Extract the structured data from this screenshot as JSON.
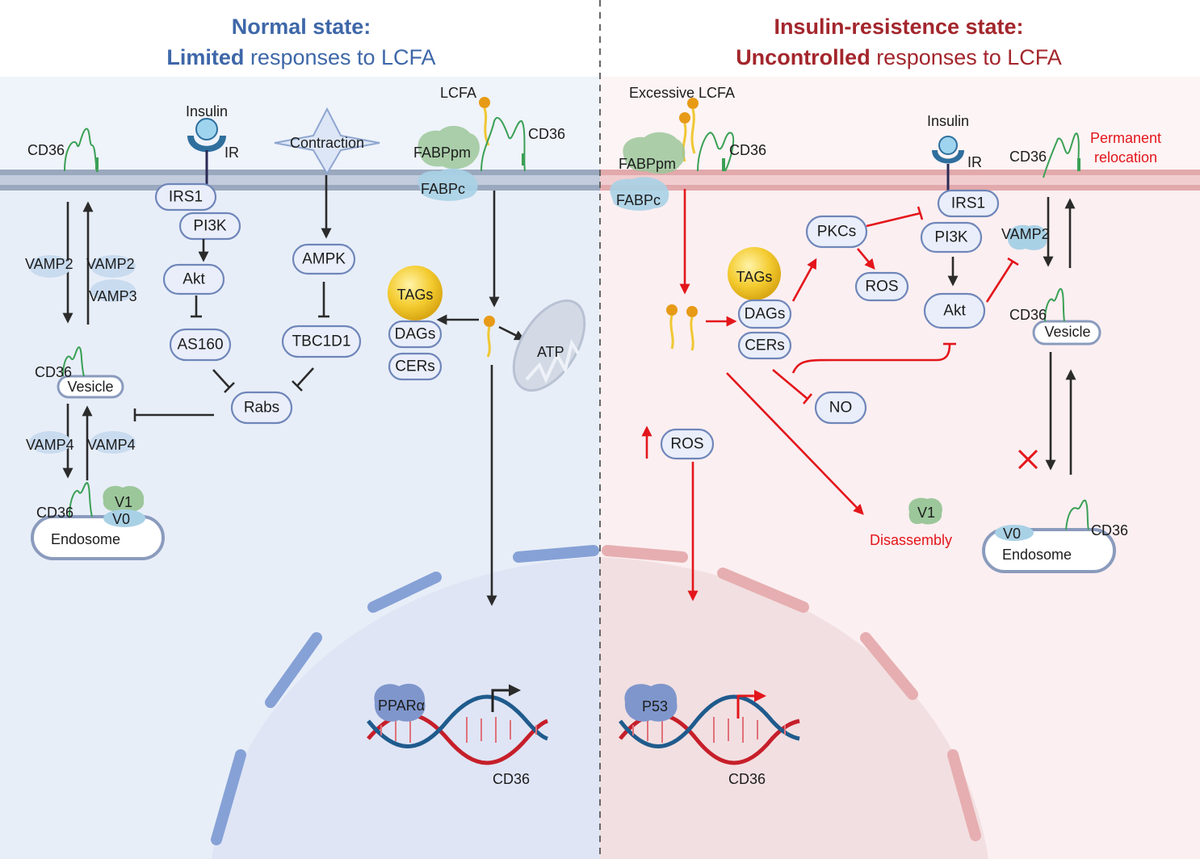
{
  "colors": {
    "normal_title": "#3e67a8",
    "ir_title": "#a3262c",
    "left_bg": "#e8eef8",
    "right_bg": "#fbeff1",
    "left_membrane": "#9aa8be",
    "right_membrane": "#e2a9ac",
    "arrow_red": "#e3161b",
    "arrow_black": "#2b2b2b",
    "node_fill": "#e9eefa",
    "node_stroke": "#6f86b9",
    "tag_yellow": "#f4cc31",
    "dna_red": "#c61f2a",
    "dna_blue": "#1f5b8d",
    "receptor_blue": "#2f6f9d",
    "fabppm_green": "#9cc79a",
    "fabpc_blue": "#a9d1e6"
  },
  "titles": {
    "normal_line1": "Normal state:",
    "normal_line2_bold": "Limited",
    "normal_line2_rest": " responses to LCFA",
    "ir_line1": "Insulin-resistence state:",
    "ir_line2_bold": "Uncontrolled",
    "ir_line2_rest": " responses to LCFA"
  },
  "left": {
    "insulin": "Insulin",
    "ir": "IR",
    "contraction": "Contraction",
    "lcfa": "LCFA",
    "cd36_top": "CD36",
    "cd36_membrane": "CD36",
    "fabppm": "FABPpm",
    "fabpc": "FABPc",
    "irs1": "IRS1",
    "pi3k": "PI3K",
    "akt": "Akt",
    "as160": "AS160",
    "ampk": "AMPK",
    "tbc1d1": "TBC1D1",
    "rabs": "Rabs",
    "tags": "TAGs",
    "dags": "DAGs",
    "cers": "CERs",
    "atp": "ATP",
    "vamp2_left": "VAMP2",
    "vamp2_right": "VAMP2",
    "vamp3": "VAMP3",
    "cd36_vesicle": "CD36",
    "vesicle": "Vesicle",
    "vamp4_left": "VAMP4",
    "vamp4_right": "VAMP4",
    "cd36_endosome": "CD36",
    "v1": "V1",
    "v0": "V0",
    "endosome": "Endosome",
    "ppara": "PPARα",
    "cd36_gene": "CD36"
  },
  "right": {
    "excessive_lcfa": "Excessive LCFA",
    "fabppm": "FABPpm",
    "fabpc": "FABPc",
    "cd36_membrane": "CD36",
    "insulin": "Insulin",
    "ir": "IR",
    "cd36_top": "CD36",
    "permanent_line1": "Permanent",
    "permanent_line2": "relocation",
    "irs1": "IRS1",
    "pi3k": "PI3K",
    "akt": "Akt",
    "pkcs": "PKCs",
    "ros_top": "ROS",
    "tags": "TAGs",
    "dags": "DAGs",
    "cers": "CERs",
    "no": "NO",
    "ros_mid": "ROS",
    "v1": "V1",
    "disassembly": "Disassembly",
    "vamp2": "VAMP2",
    "cd36_vesicle": "CD36",
    "vesicle": "Vesicle",
    "v0": "V0",
    "cd36_endosome": "CD36",
    "endosome": "Endosome",
    "p53": "P53",
    "cd36_gene": "CD36"
  }
}
